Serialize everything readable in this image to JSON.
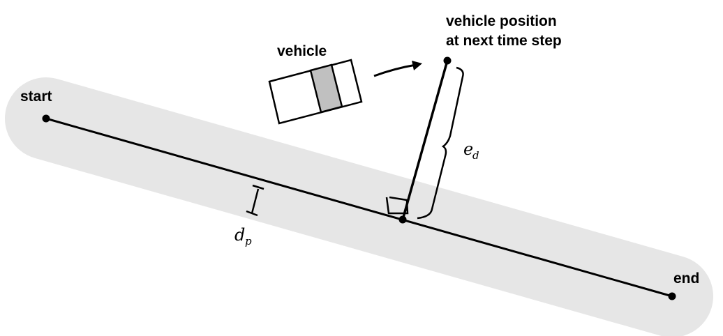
{
  "labels": {
    "start": "start",
    "end": "end",
    "vehicle": "vehicle",
    "next_position_line1": "vehicle position",
    "next_position_line2": "at next time step"
  },
  "symbols": {
    "path_distance": {
      "base": "d",
      "sub": "p"
    },
    "deviation_error": {
      "base": "e",
      "sub": "d"
    }
  },
  "colors": {
    "corridor": "#e6e6e6",
    "line": "#000000",
    "vehicle_body": "#ffffff",
    "vehicle_window": "#c0c0c0"
  },
  "icons": {
    "vehicle": "car-top-view",
    "arrow": "motion-arrow",
    "right_angle": "right-angle-marker"
  }
}
